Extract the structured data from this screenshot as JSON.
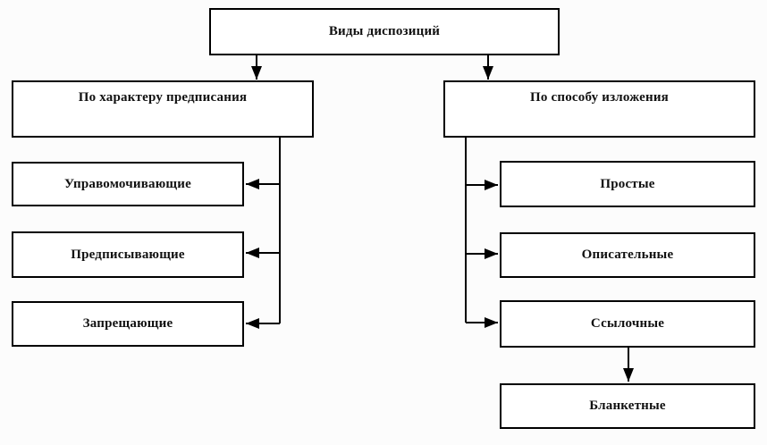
{
  "diagram": {
    "title": "Виды диспозиций",
    "branches": [
      {
        "header": "По характеру предписания",
        "children": [
          "Управомочивающие",
          "Предписывающие",
          "Запрещающие"
        ]
      },
      {
        "header": "По способу изложения",
        "children": [
          "Простые",
          "Описательные",
          "Ссылочные"
        ],
        "grandchild": "Бланкетные"
      }
    ],
    "colors": {
      "box_border": "#000000",
      "box_fill": "#ffffff",
      "text": "#111111",
      "background": "#fcfcfc",
      "connector": "#000000"
    }
  }
}
